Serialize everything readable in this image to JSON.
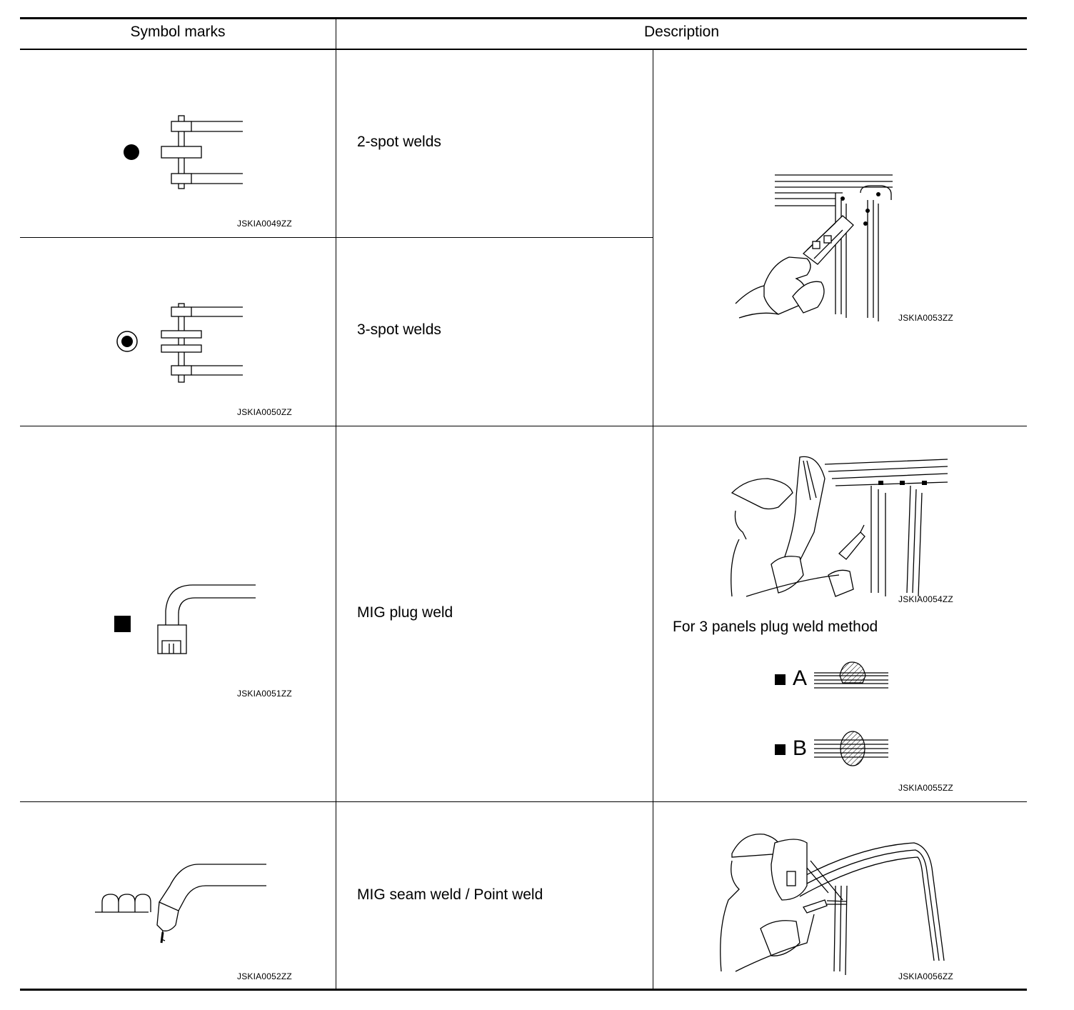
{
  "table": {
    "headers": {
      "symbol": "Symbol marks",
      "description": "Description"
    },
    "rows": [
      {
        "symbol_code": "JSKIA0049ZZ",
        "description": "2-spot welds"
      },
      {
        "symbol_code": "JSKIA0050ZZ",
        "description": "3-spot welds"
      },
      {
        "symbol_code": "JSKIA0051ZZ",
        "description": "MIG plug weld"
      },
      {
        "symbol_code": "JSKIA0052ZZ",
        "description": "MIG seam weld / Point weld"
      }
    ]
  },
  "illustrations": {
    "spot": {
      "code": "JSKIA0053ZZ"
    },
    "plug": {
      "code": "JSKIA0054ZZ",
      "caption": "For 3 panels plug weld method",
      "method_a": "A",
      "method_b": "B",
      "methods_code": "JSKIA0055ZZ"
    },
    "seam": {
      "code": "JSKIA0056ZZ"
    }
  }
}
